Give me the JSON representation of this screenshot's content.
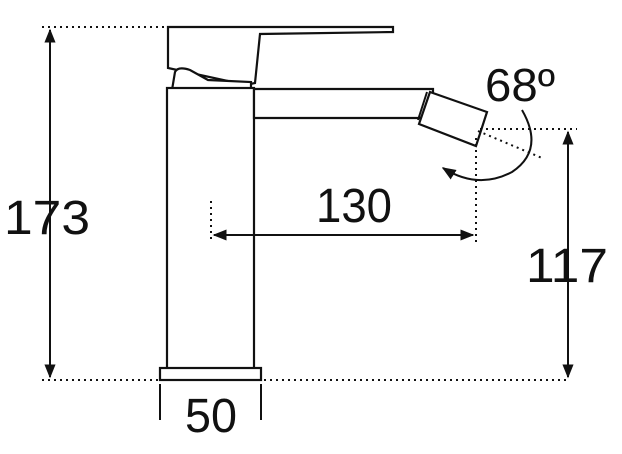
{
  "dimensions": {
    "total_height": "173",
    "spout_height": "117",
    "spout_reach": "130",
    "base_width": "50",
    "swivel_angle": "68º"
  },
  "colors": {
    "line": "#111111",
    "background": "#ffffff"
  }
}
